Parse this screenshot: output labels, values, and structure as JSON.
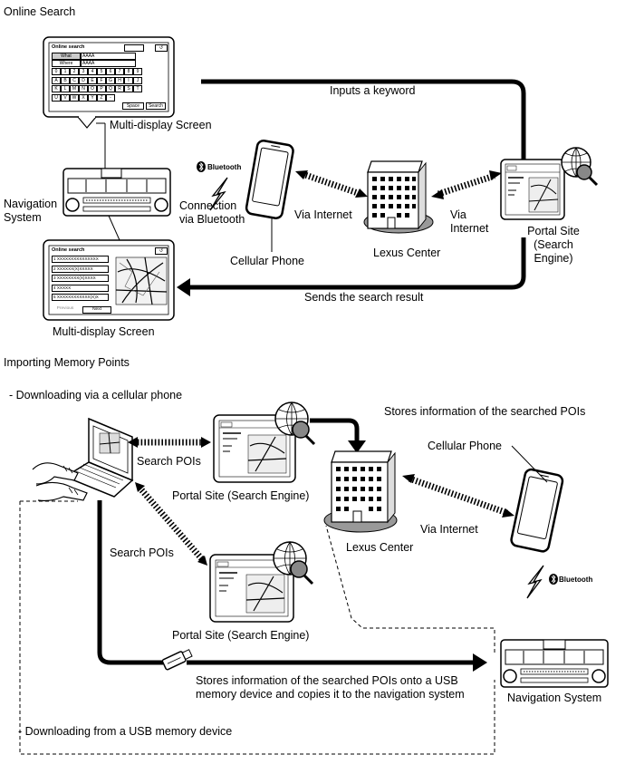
{
  "sections": {
    "online_search": "Online Search",
    "importing": "Importing Memory Points",
    "via_phone": "- Downloading via a cellular phone",
    "via_usb": "- Downloading from a USB memory device"
  },
  "top": {
    "inputs_keyword": "Inputs a keyword",
    "sends_result": "Sends the search result",
    "multi_display_1": "Multi-display Screen",
    "multi_display_2": "Multi-display Screen",
    "nav_system_1": "Navigation",
    "nav_system_2": "System",
    "connection_1": "Connection",
    "connection_2": "via Bluetooth",
    "cellular_phone": "Cellular Phone",
    "via_internet_left": "Via Internet",
    "via_internet_right_1": "Via",
    "via_internet_right_2": "Internet",
    "lexus_center": "Lexus Center",
    "portal_1": "Portal Site",
    "portal_2": "(Search",
    "portal_3": "Engine)",
    "bluetooth": "Bluetooth"
  },
  "screen_upper": {
    "title": "Online search",
    "what_label": "What",
    "what_value": "AAAA",
    "where_label": "Where",
    "where_value": "AAAA",
    "key_rows": [
      [
        "0",
        "1",
        "2",
        "3",
        "4",
        "5",
        "6",
        "7",
        "8",
        "9"
      ],
      [
        "A",
        "B",
        "C",
        "D",
        "E",
        "F",
        "G",
        "H",
        "I",
        "J"
      ],
      [
        "K",
        "L",
        "M",
        "N",
        "O",
        "P",
        "Q",
        "R",
        "S",
        "T"
      ],
      [
        "U",
        "V",
        "W",
        "X",
        "Y",
        "Z",
        "-"
      ]
    ],
    "space": "Space",
    "search": "Search"
  },
  "screen_lower": {
    "title": "Online search",
    "results": [
      "1 XXXXXXXXXXXXXXX",
      "2 XXXXXX(X)XXXXX",
      "3 XXXXXXXX(X)XXXX",
      "4 XXXXX",
      "5 XXXXXXXXXXXX(X)X"
    ],
    "previous": "Previous",
    "next": "Next"
  },
  "bottom": {
    "stores_info": "Stores information of the searched POIs",
    "cellular_phone": "Cellular Phone",
    "search_pois_1": "Search POIs",
    "search_pois_2": "Search POIs",
    "portal_1": "Portal Site (Search Engine)",
    "portal_2": "Portal Site (Search Engine)",
    "lexus_center": "Lexus Center",
    "via_internet": "Via Internet",
    "usb_line_1": "Stores information of the searched POIs onto a USB",
    "usb_line_2": "memory device and copies it to the navigation system",
    "nav_system": "Navigation System",
    "bluetooth": "Bluetooth"
  },
  "colors": {
    "line": "#000000",
    "shadow": "#999999",
    "screen_bg": "#ffffff"
  }
}
